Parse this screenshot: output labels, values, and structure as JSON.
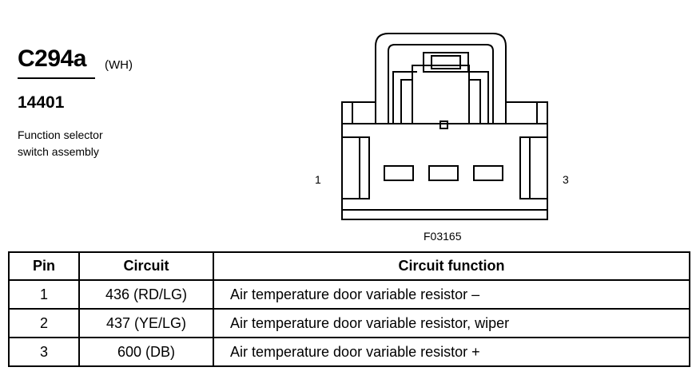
{
  "connector": {
    "id": "C294a",
    "color_code": "(WH)",
    "part_number": "14401",
    "description_lines": [
      "Function selector",
      "switch assembly"
    ],
    "pin_label_left": "1",
    "pin_label_right": "3",
    "figure_code": "F03165"
  },
  "table": {
    "headers": [
      "Pin",
      "Circuit",
      "Circuit function"
    ],
    "rows": [
      {
        "pin": "1",
        "circuit": "436 (RD/LG)",
        "function": "Air temperature door variable resistor –"
      },
      {
        "pin": "2",
        "circuit": "437 (YE/LG)",
        "function": "Air temperature door variable resistor, wiper"
      },
      {
        "pin": "3",
        "circuit": "600 (DB)",
        "function": "Air temperature door variable resistor +"
      }
    ]
  }
}
